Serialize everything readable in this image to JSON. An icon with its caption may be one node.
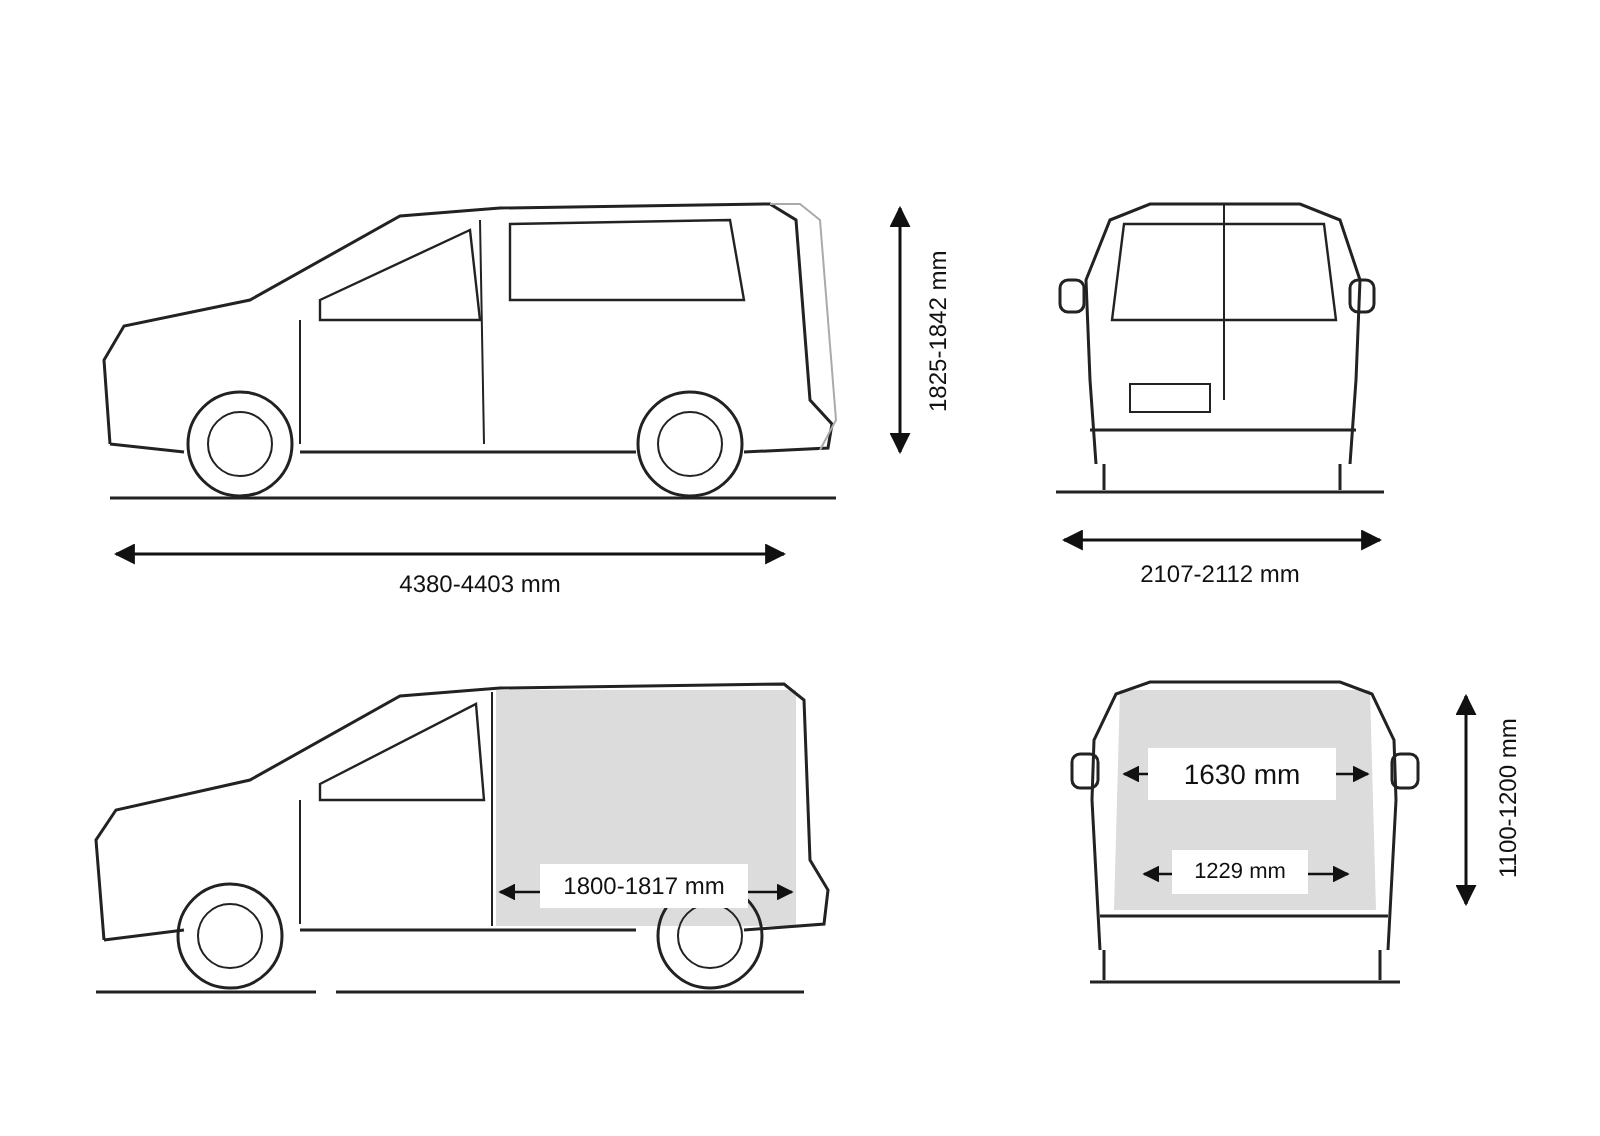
{
  "diagram": {
    "labels": [
      "1825-1842 mm",
      "4380-4403 mm",
      "2107-2112 mm",
      "1800-1817 mm",
      "1630 mm",
      "1229 mm",
      "1100-1200 mm"
    ]
  }
}
